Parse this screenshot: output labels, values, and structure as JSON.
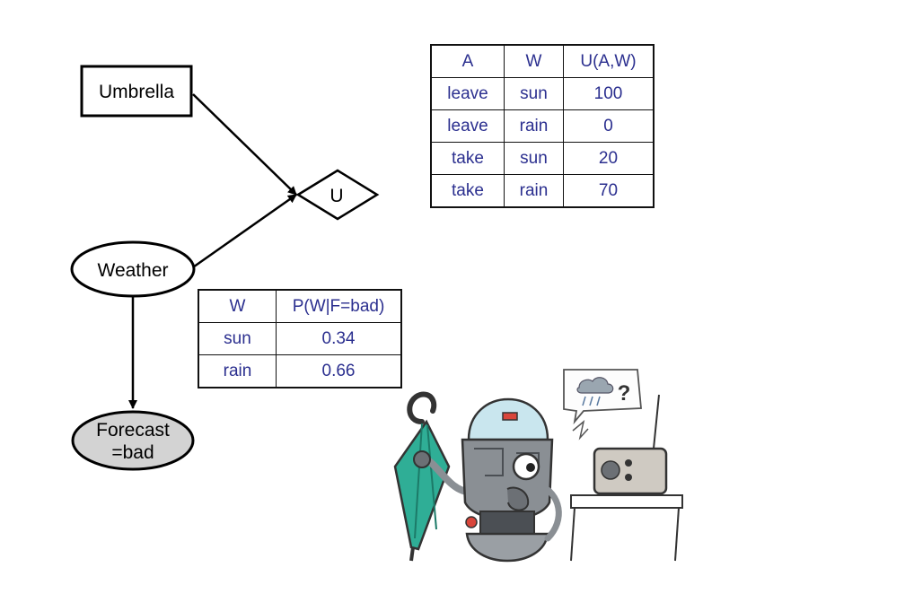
{
  "diagram": {
    "nodes": {
      "umbrella": {
        "label": "Umbrella",
        "shape": "rectangle"
      },
      "utility": {
        "label": "U",
        "shape": "diamond"
      },
      "weather": {
        "label": "Weather",
        "shape": "ellipse"
      },
      "forecast": {
        "label_line1": "Forecast",
        "label_line2": "=bad",
        "shape": "ellipse",
        "fill": "#d3d3d3"
      }
    },
    "edges": [
      {
        "from": "Umbrella",
        "to": "U"
      },
      {
        "from": "Weather",
        "to": "U"
      },
      {
        "from": "Weather",
        "to": "Forecast"
      }
    ]
  },
  "utility_table": {
    "headers": [
      "A",
      "W",
      "U(A,W)"
    ],
    "rows": [
      [
        "leave",
        "sun",
        "100"
      ],
      [
        "leave",
        "rain",
        "0"
      ],
      [
        "take",
        "sun",
        "20"
      ],
      [
        "take",
        "rain",
        "70"
      ]
    ]
  },
  "probability_table": {
    "headers": [
      "W",
      "P(W|F=bad)"
    ],
    "rows": [
      [
        "sun",
        "0.34"
      ],
      [
        "rain",
        "0.66"
      ]
    ]
  },
  "illustration": {
    "thought_bubble_text": "?",
    "colors": {
      "umbrella": "#2fae96",
      "robot_body": "#8a8f94",
      "robot_dome": "#c9e6ee",
      "radio": "#cfcac2"
    }
  },
  "colors": {
    "table_text": "#2b2f8f",
    "forecast_fill": "#d3d3d3"
  }
}
